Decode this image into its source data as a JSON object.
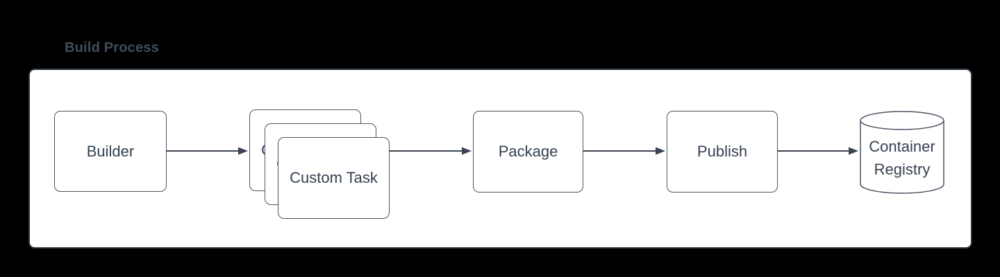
{
  "diagram": {
    "title": "Build Process",
    "container": "Build Process panel",
    "nodes": [
      {
        "id": "builder",
        "label": "Builder",
        "shape": "rounded-rect"
      },
      {
        "id": "custom-task",
        "label": "Custom Task",
        "shape": "stacked-rounded-rect",
        "stack_count": 3
      },
      {
        "id": "package",
        "label": "Package",
        "shape": "rounded-rect"
      },
      {
        "id": "publish",
        "label": "Publish",
        "shape": "rounded-rect"
      },
      {
        "id": "container-registry",
        "label": "Container Registry",
        "shape": "cylinder"
      }
    ],
    "connectors": [
      {
        "from": "builder",
        "to": "custom-task",
        "arrow": "filled-triangle"
      },
      {
        "from": "custom-task",
        "to": "package",
        "arrow": "filled-triangle"
      },
      {
        "from": "package",
        "to": "publish",
        "arrow": "filled-triangle"
      },
      {
        "from": "publish",
        "to": "container-registry",
        "arrow": "filled-triangle"
      }
    ],
    "colors": {
      "page_bg": "#000000",
      "panel_bg": "#ffffff",
      "panel_border": "#2a3542",
      "shape_border": "#4a5462",
      "shape_fill": "#ffffff",
      "text": "#344050",
      "connector": "#3a4350",
      "title": "#414d5b"
    }
  }
}
